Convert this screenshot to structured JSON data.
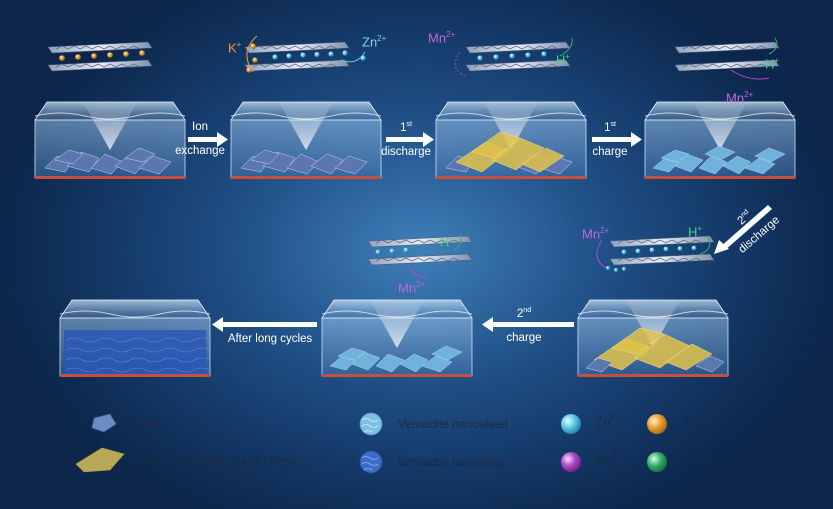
{
  "steps": {
    "s1": {
      "line1": "Ion",
      "line2": "exchange"
    },
    "s2": {
      "ord": "1",
      "ord_sup": "st",
      "word": "discharge"
    },
    "s3": {
      "ord": "1",
      "ord_sup": "st",
      "word": "charge"
    },
    "s4": {
      "ord": "2",
      "ord_sup": "nd",
      "word": "discharge"
    },
    "s5": {
      "ord": "2",
      "ord_sup": "nd",
      "word": "charge"
    },
    "s6": {
      "text": "After long cycles"
    }
  },
  "ions": {
    "k": {
      "base": "K",
      "charge": "+"
    },
    "zn": {
      "base": "Zn",
      "charge": "2+"
    },
    "mn": {
      "base": "Mn",
      "charge": "2+"
    },
    "h": {
      "base": "H",
      "charge": "+"
    }
  },
  "legend": {
    "mno2": {
      "pre": "δ-MnO",
      "sub": "2"
    },
    "zhs": {
      "p1": "ZnSO",
      "s1": "4",
      "p2": "·3Zn(OH)",
      "s2": "2",
      "p3": "·5H",
      "s3": "2",
      "p4": "O (ZHS)"
    },
    "nanosheet": "Vernadite nanosheet",
    "nanoplate": "Vernadite nanoplate",
    "zn_ion": {
      "base": "Zn",
      "charge": "2+"
    },
    "k_ion": {
      "base": "K",
      "charge": "+"
    },
    "mn_ion": {
      "base": "Mn",
      "charge": "2+"
    },
    "h_ion": {
      "base": "H",
      "charge": "+"
    }
  },
  "colors": {
    "k": "#e8a030",
    "zn": "#5cc8e6",
    "mn": "#b04ac8",
    "h": "#34b06a",
    "flake": "#5c76b0",
    "zhs": "#d8c05a"
  }
}
